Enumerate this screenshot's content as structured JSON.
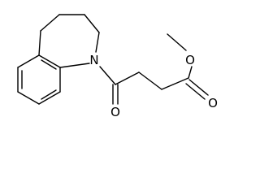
{
  "molecule": {
    "atoms": {
      "nitrogen": "N",
      "carbonyl_oxygen": "O",
      "ester_carbonyl_oxygen": "O",
      "ester_ether_oxygen": "O"
    }
  },
  "colors": {
    "bond": "#000000",
    "label": "#000000",
    "background": "#ffffff"
  }
}
